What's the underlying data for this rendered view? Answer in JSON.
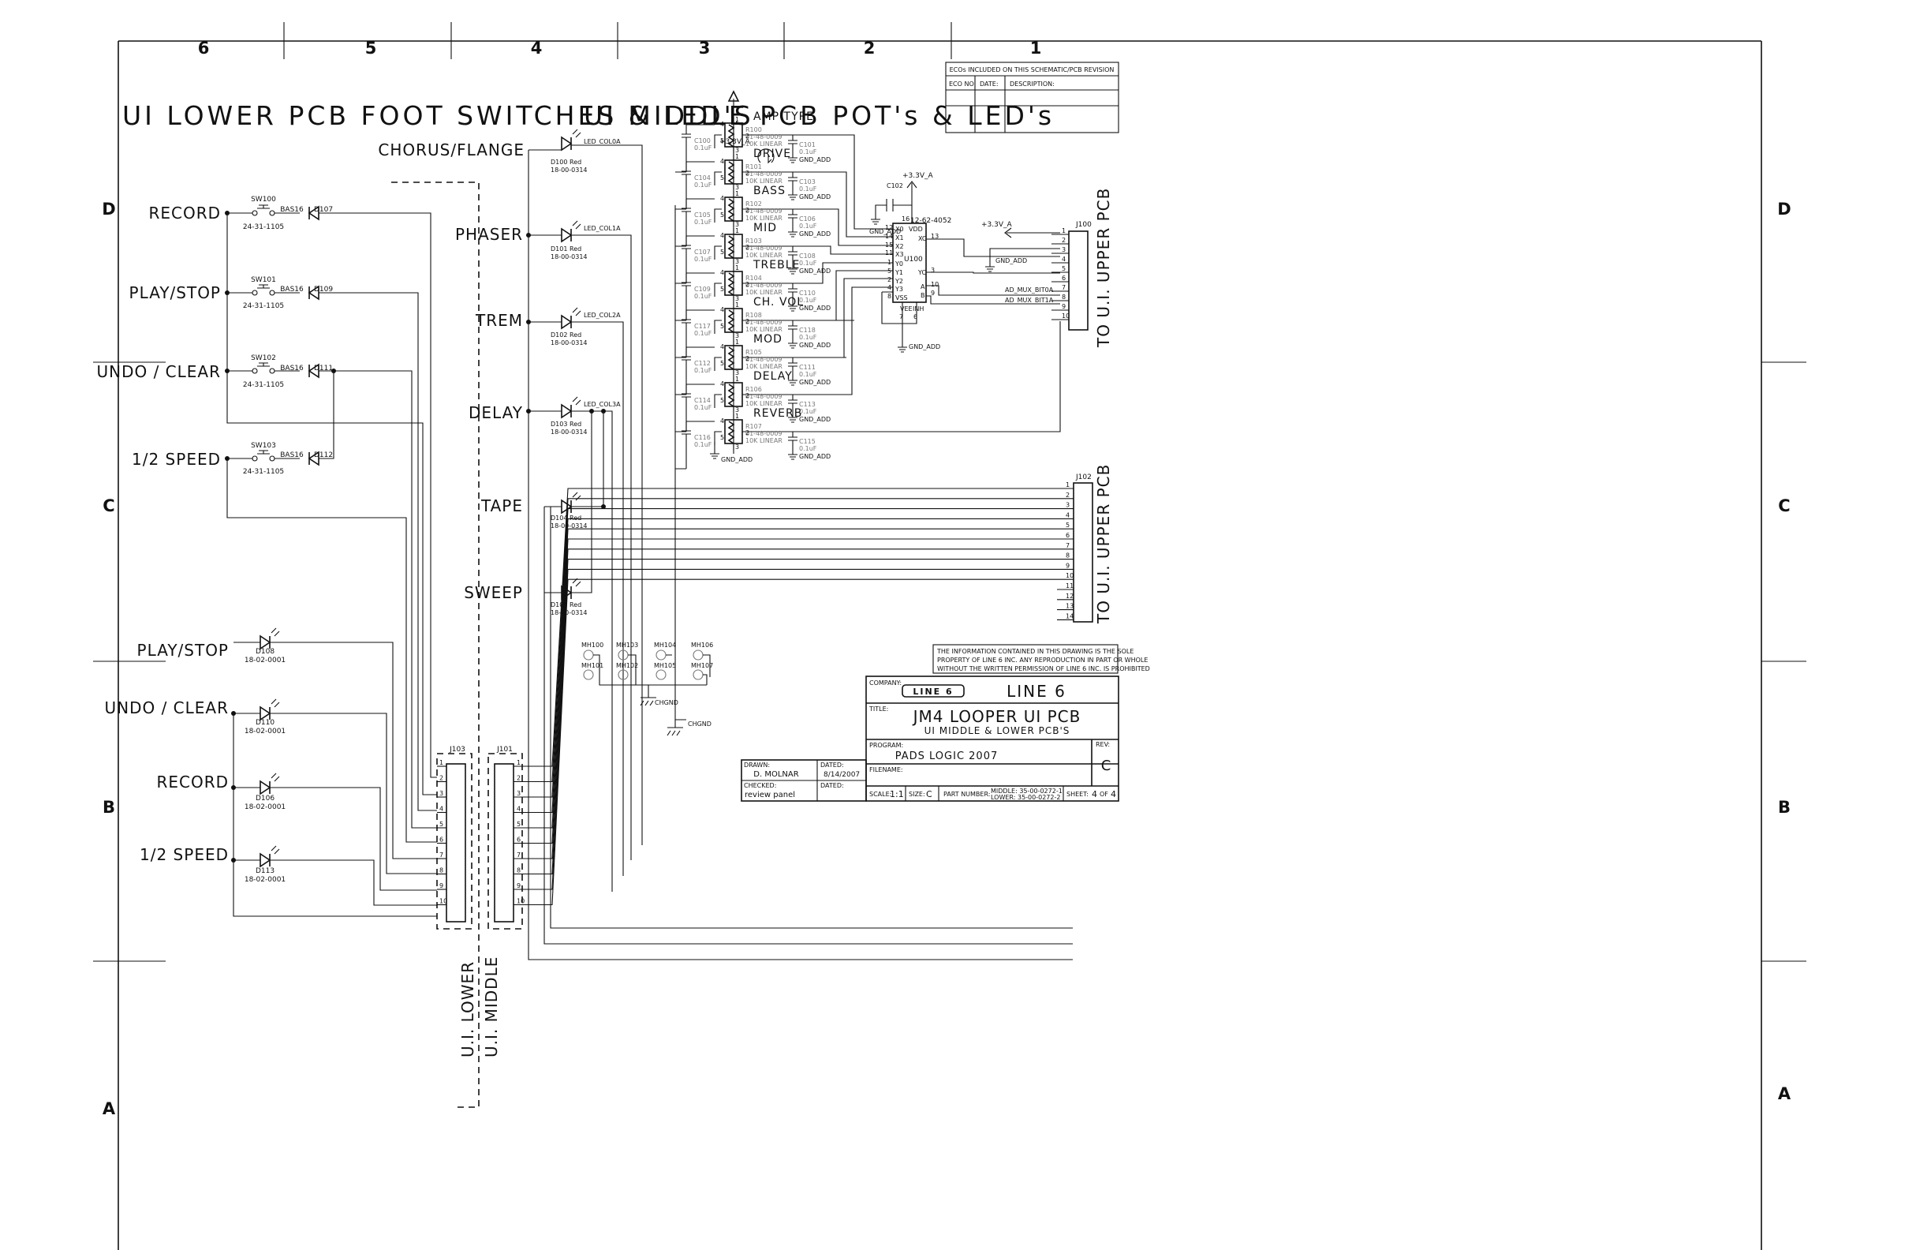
{
  "zones": {
    "columns": [
      "6",
      "5",
      "4",
      "3",
      "2",
      "1"
    ],
    "rows": [
      "D",
      "C",
      "B",
      "A"
    ]
  },
  "titles": {
    "lower": "UI LOWER PCB FOOT SWITCHES & LED'S",
    "middle": "UI MIDDLE PCB POT's & LED's"
  },
  "eco_box": {
    "header": "ECOs INCLUDED ON THIS SCHEMATIC/PCB REVISION",
    "eco_no": "ECO NO:",
    "date": "DATE:",
    "description": "DESCRIPTION:"
  },
  "switches": [
    {
      "label": "RECORD",
      "ref": "SW100",
      "part": "24-31-1105",
      "diode_part": "BAS16",
      "diode": "D107"
    },
    {
      "label": "PLAY/STOP",
      "ref": "SW101",
      "part": "24-31-1105",
      "diode_part": "BAS16",
      "diode": "D109"
    },
    {
      "label": "UNDO / CLEAR",
      "ref": "SW102",
      "part": "24-31-1105",
      "diode_part": "BAS16",
      "diode": "D111"
    },
    {
      "label": "1/2 SPEED",
      "ref": "SW103",
      "part": "24-31-1105",
      "diode_part": "BAS16",
      "diode": "D112"
    }
  ],
  "lower_leds": [
    {
      "label": "PLAY/STOP",
      "ref": "D108",
      "part": "18-02-0001"
    },
    {
      "label": "UNDO / CLEAR",
      "ref": "D110",
      "part": "18-02-0001"
    },
    {
      "label": "RECORD",
      "ref": "D106",
      "part": "18-02-0001"
    },
    {
      "label": "1/2 SPEED",
      "ref": "D113",
      "part": "18-02-0001"
    }
  ],
  "middle_leds": [
    {
      "label": "CHORUS/FLANGE",
      "ref": "D100",
      "color": "Red",
      "part": "18-00-0314",
      "net": "LED_COL0A"
    },
    {
      "label": "PHASER",
      "ref": "D101",
      "color": "Red",
      "part": "18-00-0314",
      "net": "LED_COL1A"
    },
    {
      "label": "TREM",
      "ref": "D102",
      "color": "Red",
      "part": "18-00-0314",
      "net": "LED_COL2A"
    },
    {
      "label": "DELAY",
      "ref": "D103",
      "color": "Red",
      "part": "18-00-0314",
      "net": "LED_COL3A"
    },
    {
      "label": "TAPE",
      "ref": "D104",
      "color": "Red",
      "part": "18-00-0314",
      "net": ""
    },
    {
      "label": "SWEEP",
      "ref": "D105",
      "color": "Red",
      "part": "18-00-0314",
      "net": ""
    }
  ],
  "pots": [
    {
      "label": "AMP TYPE",
      "ref": "R100",
      "val": "10K LINEAR",
      "part": "01-48-0009",
      "cap_l": "C100",
      "cap_r": "C101"
    },
    {
      "label": "DRIVE",
      "ref": "R101",
      "val": "10K LINEAR",
      "part": "01-48-0009",
      "cap_l": "C104",
      "cap_r": "C103"
    },
    {
      "label": "BASS",
      "ref": "R102",
      "val": "10K LINEAR",
      "part": "01-48-0009",
      "cap_l": "C105",
      "cap_r": "C106"
    },
    {
      "label": "MID",
      "ref": "R103",
      "val": "10K LINEAR",
      "part": "01-48-0009",
      "cap_l": "C107",
      "cap_r": "C108"
    },
    {
      "label": "TREBLE",
      "ref": "R104",
      "val": "10K LINEAR",
      "part": "01-48-0009",
      "cap_l": "C109",
      "cap_r": "C110"
    },
    {
      "label": "CH. VOL",
      "ref": "R108",
      "val": "10K LINEAR",
      "part": "01-48-0009",
      "cap_l": "C117",
      "cap_r": "C118"
    },
    {
      "label": "MOD",
      "ref": "R105",
      "val": "10K LINEAR",
      "part": "01-48-0009",
      "cap_l": "C112",
      "cap_r": "C111"
    },
    {
      "label": "DELAY",
      "ref": "R106",
      "val": "10K LINEAR",
      "part": "01-48-0009",
      "cap_l": "C114",
      "cap_r": "C113"
    },
    {
      "label": "REVERB",
      "ref": "R107",
      "val": "10K LINEAR",
      "part": "01-48-0009",
      "cap_l": "C116",
      "cap_r": "C115"
    }
  ],
  "nets": {
    "vcc": "+3.3V_A",
    "gnd": "GND_ADD",
    "chgnd": "CHGND",
    "cap_val": "0.1uF",
    "mux0": "AD_MUX_BIT0A",
    "mux1": "AD_MUX_BIT1A"
  },
  "mux": {
    "ref": "U100",
    "part": "12-62-4052",
    "cap": "C102",
    "pins_left": [
      "X0",
      "X1",
      "X2",
      "X3",
      "Y0",
      "Y1",
      "Y2",
      "Y3",
      "VSS",
      "VEE",
      "INH"
    ],
    "pins_right": [
      "VDD",
      "XC",
      "YC",
      "A",
      "B"
    ],
    "nums_left": [
      "12",
      "14",
      "15",
      "11",
      "1",
      "5",
      "2",
      "4",
      "8",
      "7",
      "6"
    ],
    "nums_right": [
      "16",
      "13",
      "3",
      "10",
      "9"
    ]
  },
  "connectors": {
    "j100": "J100",
    "j101": "J101",
    "j102": "J102",
    "j103": "J103",
    "upper1": "TO U.I. UPPER PCB",
    "upper2": "TO U.I. UPPER PCB",
    "ui_lower": "U.I. LOWER",
    "ui_middle": "U.I. MIDDLE"
  },
  "mounting": [
    "MH100",
    "MH103",
    "MH104",
    "MH106",
    "MH101",
    "MH102",
    "MH105",
    "MH107"
  ],
  "notice": [
    "THE INFORMATION CONTAINED IN THIS DRAWING IS THE SOLE",
    "PROPERTY OF LINE 6 INC.  ANY REPRODUCTION IN PART OR WHOLE",
    "WITHOUT THE WRITTEN PERMISSION OF LINE 6 INC. IS PROHIBITED"
  ],
  "title_block": {
    "company_lbl": "COMPANY:",
    "logo_text": "LINE 6",
    "company": "LINE 6",
    "title_lbl": "TITLE:",
    "title": "JM4 LOOPER UI PCB",
    "subtitle": "UI MIDDLE & LOWER PCB'S",
    "program_lbl": "PROGRAM:",
    "program": "PADS LOGIC 2007",
    "rev_lbl": "REV:",
    "rev": "C",
    "filename_lbl": "FILENAME:",
    "drawn_lbl": "DRAWN:",
    "drawn": "D. MOLNAR",
    "dated_lbl": "DATED:",
    "dated": "8/14/2007",
    "checked_lbl": "CHECKED:",
    "checked": "review panel",
    "dated2_lbl": "DATED:",
    "scale_lbl": "SCALE:",
    "scale": "1:1",
    "size_lbl": "SIZE:",
    "size": "C",
    "part_lbl": "PART NUMBER:",
    "part1": "MIDDLE: 35-00-0272-1",
    "part2": "LOWER: 35-00-0272-2",
    "sheet_lbl": "SHEET:",
    "sheet": "4",
    "of": "OF",
    "sheets": "4"
  }
}
